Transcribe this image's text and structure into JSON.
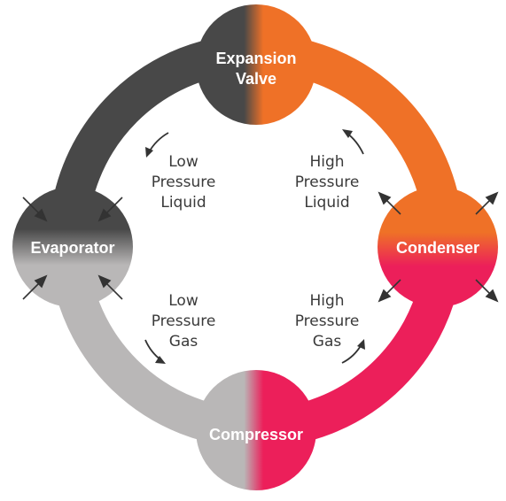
{
  "nodes": {
    "expansion_valve": {
      "line1": "Expansion",
      "line2": "Valve"
    },
    "condenser": {
      "label": "Condenser"
    },
    "compressor": {
      "label": "Compressor"
    },
    "evaporator": {
      "label": "Evaporator"
    }
  },
  "flows": {
    "low_pressure_liquid": [
      "Low",
      "Pressure",
      "Liquid"
    ],
    "high_pressure_liquid": [
      "High",
      "Pressure",
      "Liquid"
    ],
    "low_pressure_gas": [
      "Low",
      "Pressure",
      "Gas"
    ],
    "high_pressure_gas": [
      "High",
      "Pressure",
      "Gas"
    ]
  },
  "colors": {
    "dark_gray": "#484848",
    "orange": "#ef7127",
    "pink": "#ec1f5a",
    "light_gray": "#b9b7b7",
    "arrow": "#333333",
    "text": "#3a3a3a"
  }
}
